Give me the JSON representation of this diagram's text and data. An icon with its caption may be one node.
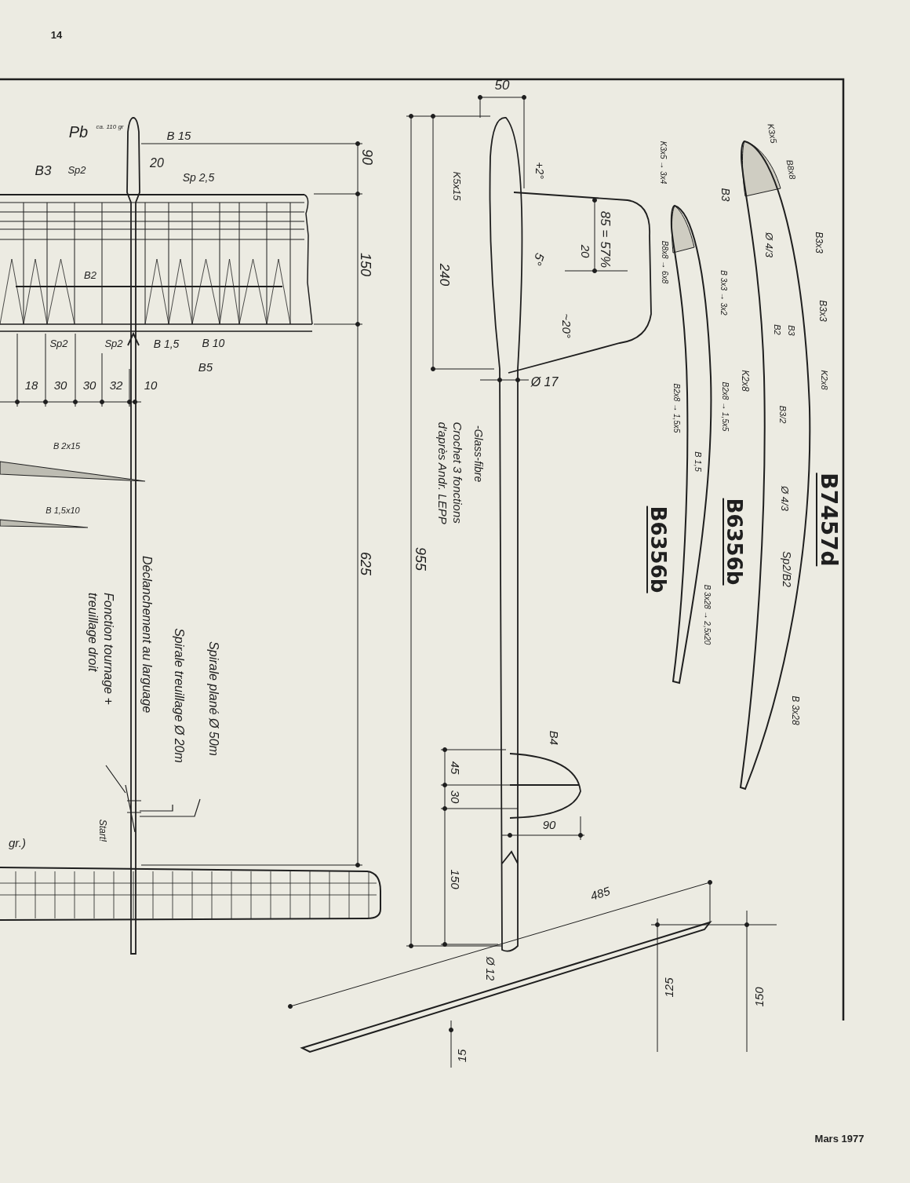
{
  "diagram": {
    "labels": [
      "14",
      "Pb",
      "ca. 110 gr",
      "B 15",
      "20",
      "B3",
      "Sp2",
      "Sp 2,5",
      "90",
      "B2",
      "150",
      "Sp2",
      "Sp2",
      "B 1,5",
      "B 10",
      "B5",
      "18",
      "30",
      "30",
      "32",
      "10",
      "B 2x15",
      "B 1,5x10",
      "Spirale plané Ø 50m",
      "Spirale treuillage Ø 20m",
      "Déclanchement au larguage",
      "Fonction tournage + treuillage droit",
      "Start!",
      "gr.)",
      "50",
      "K5x15",
      "+2°",
      "85 = 57%",
      "20",
      "5°",
      "~20°",
      "240",
      "Ø 17",
      "-Glass-fibre",
      "Crochet 3 fonctions d'après Andr. LEPP",
      "955",
      "625",
      "K3x5 → 3x4",
      "B8x8 → 6x8",
      "B 3x3 → 3x2",
      "B2x8 → 1,5x5",
      "B2x8 → 1,5x5",
      "B 1,5",
      "B6356b",
      "B 3x28 → 2,5x20",
      "K3x5",
      "B8x8",
      "B3",
      "Ø 4/3",
      "B3x3",
      "B3x3",
      "B3",
      "B2",
      "K2x8",
      "K2x8",
      "B3/2",
      "Ø 4/3",
      "B6356b",
      "B7457d",
      "Sp2/B2",
      "B 3x28",
      "B4",
      "45",
      "30",
      "90",
      "150",
      "Ø 12",
      "485",
      "125",
      "150",
      "15",
      "Mars 1977"
    ]
  }
}
